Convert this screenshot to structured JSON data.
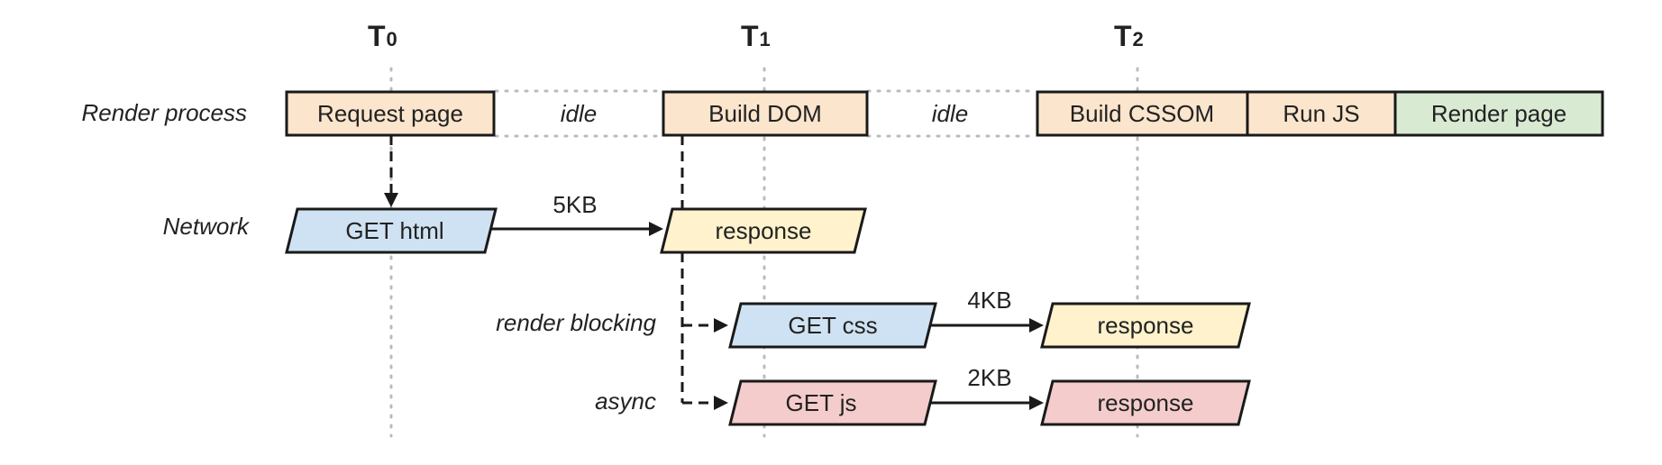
{
  "time_markers": [
    {
      "base": "T",
      "sub": "0"
    },
    {
      "base": "T",
      "sub": "1"
    },
    {
      "base": "T",
      "sub": "2"
    }
  ],
  "lanes": {
    "render_process": "Render process",
    "network": "Network",
    "render_blocking": "render blocking",
    "async": "async"
  },
  "render_process": {
    "request_page": "Request page",
    "idle_1": "idle",
    "build_dom": "Build DOM",
    "idle_2": "idle",
    "build_cssom": "Build CSSOM",
    "run_js": "Run JS",
    "render_page": "Render page"
  },
  "network": {
    "get_html": "GET html",
    "html_size": "5KB",
    "html_response": "response",
    "get_css": "GET css",
    "css_size": "4KB",
    "css_response": "response",
    "get_js": "GET js",
    "js_size": "2KB",
    "js_response": "response"
  },
  "colors": {
    "render_task": "#fce5cd",
    "render_page": "#d9ead3",
    "request": "#cfe2f3",
    "response": "#fff2cc",
    "js": "#f4cccc"
  }
}
